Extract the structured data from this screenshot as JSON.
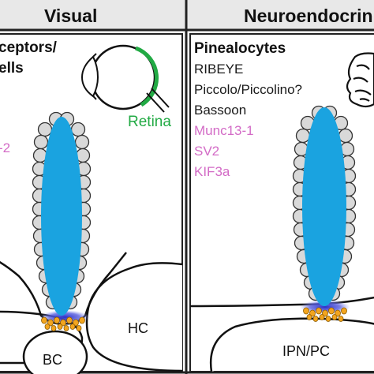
{
  "panels": {
    "visual": {
      "header": "Visual",
      "cell_title_line1": "ceptors/",
      "cell_title_line2": "ells",
      "organ_label": "Retina",
      "partial_magenta_label": "-2",
      "target_left": "BC",
      "target_right": "HC"
    },
    "neuroendocrine": {
      "header": "Neuroendocrin",
      "cell_title": "Pinealocytes",
      "proteins": [
        {
          "label": "RIBEYE",
          "color": "#1a1a1a"
        },
        {
          "label": "Piccolo/Piccolino?",
          "color": "#1a1a1a"
        },
        {
          "label": "Bassoon",
          "color": "#1a1a1a"
        },
        {
          "label": "Munc13-1",
          "color": "#d36bc6"
        },
        {
          "label": "SV2",
          "color": "#d36bc6"
        },
        {
          "label": "KIF3a",
          "color": "#d36bc6"
        }
      ],
      "target": "IPN/PC"
    }
  },
  "colors": {
    "ribbon": "#1aa3e0",
    "vesicle_fill": "#d9d9d9",
    "retina": "#22aa44",
    "protein_magenta": "#d36bc6",
    "active_zone": "#3d46d8",
    "channel_orange": "#f3a51e",
    "header_bg": "#e8e8e8"
  },
  "icons": {
    "eye": "eye-icon",
    "brain": "brain-icon"
  }
}
